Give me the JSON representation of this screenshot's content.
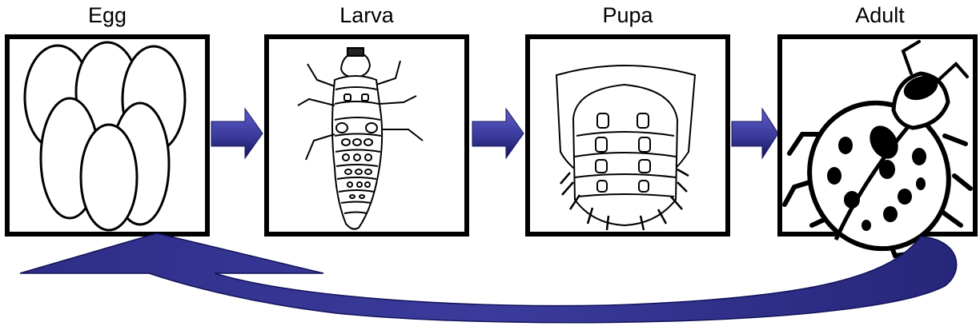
{
  "stages": [
    {
      "label": "Egg",
      "icon": "eggs-icon"
    },
    {
      "label": "Larva",
      "icon": "larva-icon"
    },
    {
      "label": "Pupa",
      "icon": "pupa-icon"
    },
    {
      "label": "Adult",
      "icon": "ladybug-icon"
    }
  ],
  "colors": {
    "arrow_fill": "#3B3B9C",
    "arrow_highlight": "#5C5CC8",
    "arrow_dark": "#14145C",
    "frame": "#000000"
  }
}
